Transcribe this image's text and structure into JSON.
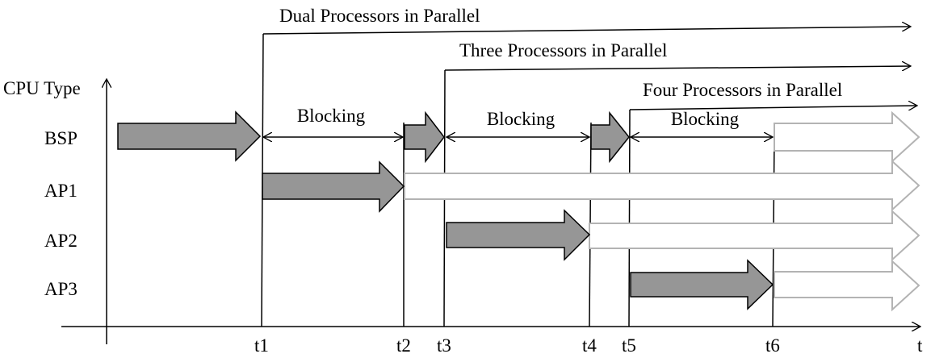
{
  "axes": {
    "y_label": "CPU Type",
    "x_label": "t",
    "rows": [
      "BSP",
      "AP1",
      "AP2",
      "AP3"
    ],
    "ticks": [
      "t1",
      "t2",
      "t3",
      "t4",
      "t5",
      "t6"
    ]
  },
  "phases": [
    {
      "label": "Dual Processors in Parallel",
      "start": "t1"
    },
    {
      "label": "Three Processors in Parallel",
      "start": "t3"
    },
    {
      "label": "Four Processors in Parallel",
      "start": "t5"
    }
  ],
  "blocking": [
    {
      "label": "Blocking",
      "from": "t1",
      "to": "t2"
    },
    {
      "label": "Blocking",
      "from": "t3",
      "to": "t4"
    },
    {
      "label": "Blocking",
      "from": "t5",
      "to": "t6"
    }
  ],
  "colors": {
    "active_arrow": "#969696",
    "future_arrow": "#b3b3b3",
    "line": "#000000"
  }
}
